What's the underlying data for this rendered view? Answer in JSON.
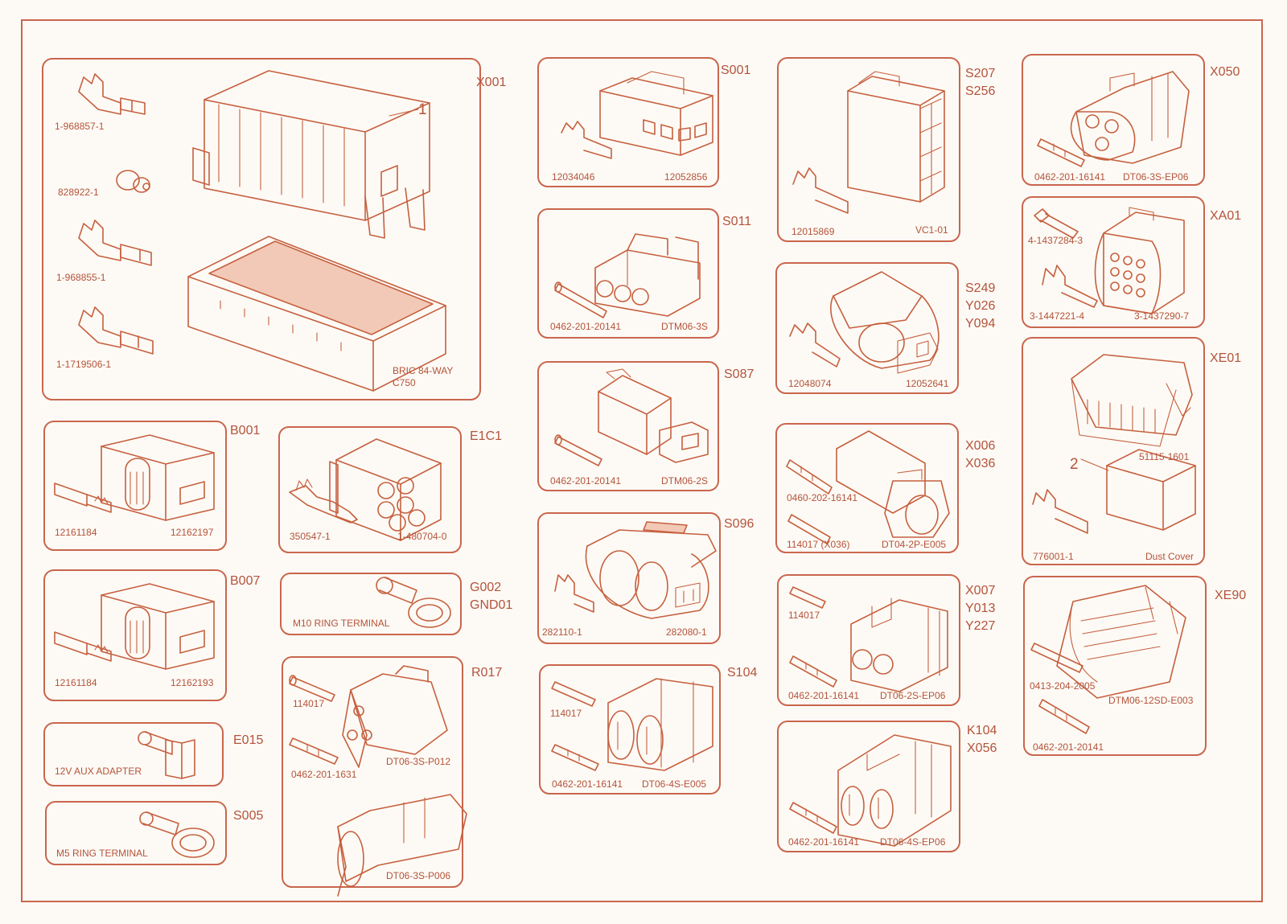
{
  "accent_color": "#c6603f",
  "background_color": "#fdfaf6",
  "panels": {
    "x001": {
      "id": "X001",
      "callout": "1",
      "parts": [
        "1-968857-1",
        "828922-1",
        "1-968855-1",
        "1-1719506-1"
      ],
      "main_label_1": "BRIC 84-WAY",
      "main_label_2": "C750"
    },
    "b001": {
      "id": "B001",
      "parts": [
        "12161184",
        "12162197"
      ]
    },
    "b007": {
      "id": "B007",
      "parts": [
        "12161184",
        "12162193"
      ]
    },
    "e015": {
      "id": "E015",
      "label": "12V AUX ADAPTER"
    },
    "s005": {
      "id": "S005",
      "label": "M5 RING TERMINAL"
    },
    "e1c1": {
      "id": "E1C1",
      "parts": [
        "350547-1",
        "1-480704-0"
      ]
    },
    "g002": {
      "id": "G002\nGND01",
      "label": "M10 RING TERMINAL"
    },
    "r017": {
      "id": "R017",
      "parts": [
        "114017",
        "0462-201-1631",
        "DT06-3S-P012",
        "DT06-3S-P006"
      ]
    },
    "s001": {
      "id": "S001",
      "parts": [
        "12034046",
        "12052856"
      ]
    },
    "s011": {
      "id": "S011",
      "parts": [
        "0462-201-20141",
        "DTM06-3S"
      ]
    },
    "s087": {
      "id": "S087",
      "parts": [
        "0462-201-20141",
        "DTM06-2S"
      ]
    },
    "s096": {
      "id": "S096",
      "parts": [
        "282110-1",
        "282080-1"
      ]
    },
    "s104": {
      "id": "S104",
      "parts": [
        "114017",
        "0462-201-16141",
        "DT06-4S-E005"
      ]
    },
    "s207": {
      "id": "S207\nS256",
      "parts": [
        "12015869",
        "VC1-01"
      ]
    },
    "s249": {
      "id": "S249\nY026\nY094",
      "parts": [
        "12048074",
        "12052641"
      ]
    },
    "x006": {
      "id": "X006\nX036",
      "parts": [
        "0460-202-16141",
        "114017 (X036)",
        "DT04-2P-E005"
      ]
    },
    "x007": {
      "id": "X007\nY013\nY227",
      "parts": [
        "114017",
        "0462-201-16141",
        "DT06-2S-EP06"
      ]
    },
    "k104": {
      "id": "K104\nX056",
      "parts": [
        "0462-201-16141",
        "DT06-4S-EP06"
      ]
    },
    "x050": {
      "id": "X050",
      "parts": [
        "0462-201-16141",
        "DT06-3S-EP06"
      ]
    },
    "xa01": {
      "id": "XA01",
      "parts": [
        "4-1437284-3",
        "3-1447221-4",
        "3-1437290-7"
      ]
    },
    "xe01": {
      "id": "XE01",
      "callout": "2",
      "parts": [
        "51115-1601",
        "776001-1",
        "Dust Cover"
      ]
    },
    "xe90": {
      "id": "XE90",
      "parts": [
        "0413-204-2005",
        "DTM06-12SD-E003",
        "0462-201-20141"
      ]
    }
  }
}
